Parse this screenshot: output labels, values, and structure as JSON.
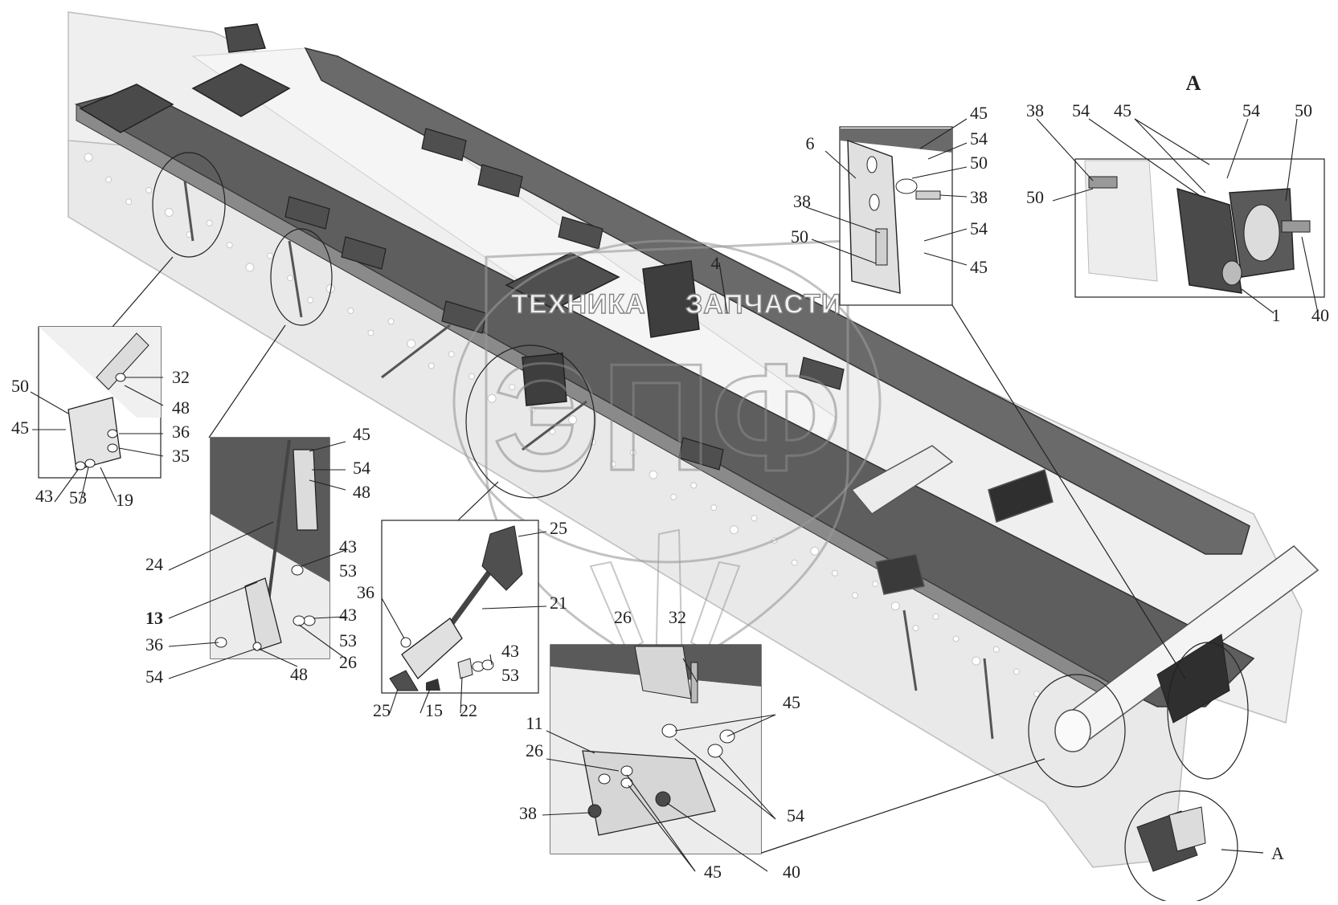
{
  "watermark": {
    "line1": "ТЕХНИКА",
    "line2": "ЗАПЧАСТИ",
    "logo": "ЭПФ"
  },
  "view_title": "A",
  "callouts": {
    "main": [
      "4",
      "A"
    ],
    "top_right_view": [
      "38",
      "54",
      "45",
      "54",
      "50",
      "50",
      "1",
      "40"
    ],
    "inset_bracket_6": [
      "6",
      "45",
      "54",
      "50",
      "38",
      "38",
      "54",
      "50",
      "45"
    ],
    "inset_left": [
      "32",
      "48",
      "50",
      "45",
      "36",
      "35",
      "43",
      "53",
      "19"
    ],
    "inset_rod_13": [
      "45",
      "54",
      "48",
      "43",
      "53",
      "24",
      "13",
      "43",
      "53",
      "36",
      "26",
      "54",
      "48"
    ],
    "inset_rod_21": [
      "25",
      "36",
      "21",
      "43",
      "53",
      "25",
      "15",
      "22"
    ],
    "inset_plate_11": [
      "26",
      "32",
      "45",
      "11",
      "26",
      "54",
      "38",
      "45",
      "40"
    ]
  },
  "colors": {
    "frame_dark": "#5e5e5e",
    "frame_light": "#e6e6e6",
    "line": "#333333"
  }
}
